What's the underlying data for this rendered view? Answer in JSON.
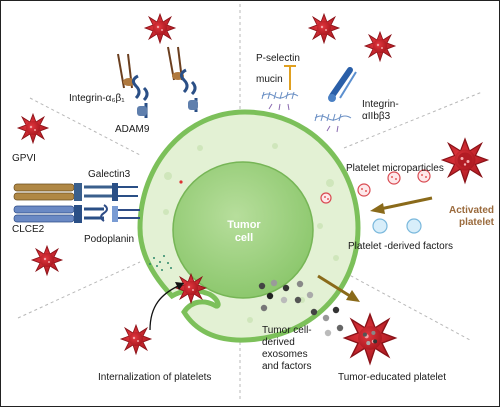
{
  "labels": {
    "integrin_a6b1": "Integrin-α₆β₁",
    "adam9": "ADAM9",
    "p_selectin": "P-selectin",
    "mucin": "mucin",
    "integrin_aiib_b3_line1": "Integrin-",
    "integrin_aiib_b3_line2": "αIIbβ3",
    "gpvi": "GPVI",
    "galectin3": "Galectin3",
    "clce2": "CLCE2",
    "podoplanin": "Podoplanin",
    "tumor_cell_line1": "Tumor",
    "tumor_cell_line2": "cell",
    "platelet_microparticles": "Platelet microparticles",
    "activated_platelet_line1": "Activated",
    "activated_platelet_line2": "platelet",
    "platelet_derived_factors": "Platelet -derived factors",
    "tumor_exosomes_line1": "Tumor cell-",
    "tumor_exosomes_line2": "derived",
    "tumor_exosomes_line3": "exosomes",
    "tumor_exosomes_line4": "and factors",
    "tumor_educated_platelet": "Tumor-educated platelet",
    "internalization": "Internalization  of platelets"
  },
  "colors": {
    "platelet_red": "#c8202a",
    "cell_membrane": "#7cc05a",
    "cytoplasm": "#e6f3d8",
    "nucleus": "#9fd07f",
    "activated_text": "#9a6a3c",
    "arrow_brown": "#8a6a1a"
  }
}
